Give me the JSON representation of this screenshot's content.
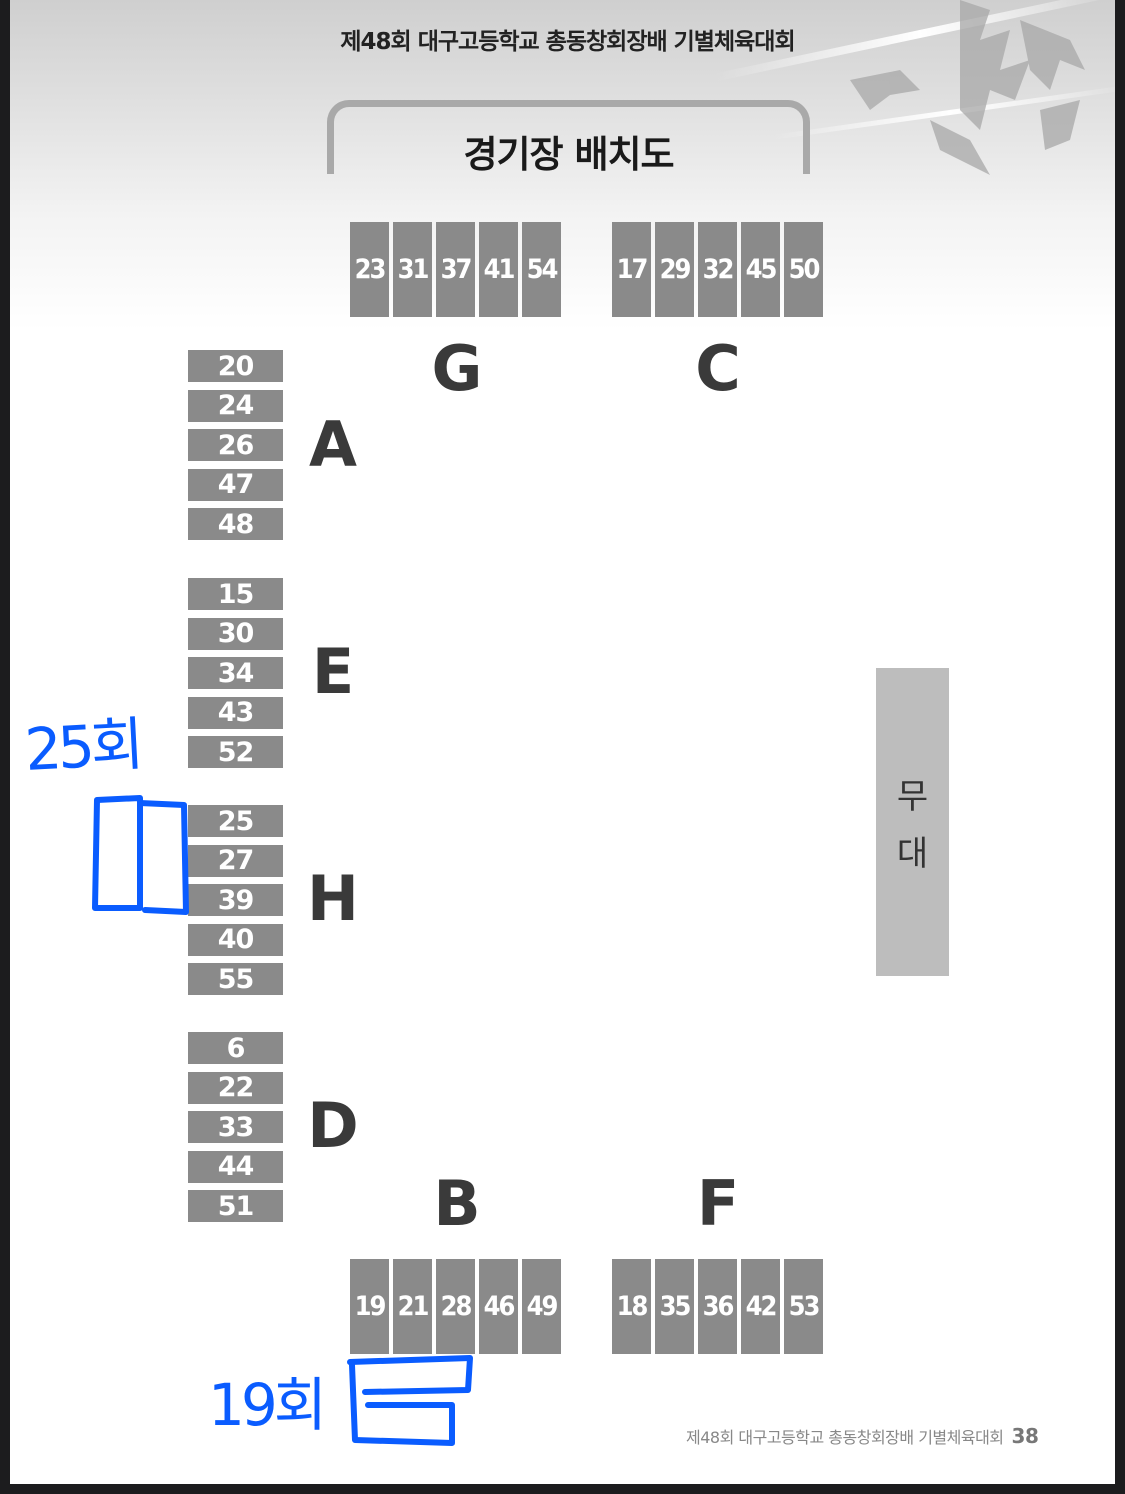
{
  "header": {
    "event_title": "제48회 대구고등학교 총동창회장배 기별체육대회",
    "page_title": "경기장 배치도"
  },
  "top_groups": [
    {
      "letter": "G",
      "items": [
        "23",
        "31",
        "37",
        "41",
        "54"
      ]
    },
    {
      "letter": "C",
      "items": [
        "17",
        "29",
        "32",
        "45",
        "50"
      ]
    }
  ],
  "left_groups": [
    {
      "letter": "A",
      "items": [
        "20",
        "24",
        "26",
        "47",
        "48"
      ]
    },
    {
      "letter": "E",
      "items": [
        "15",
        "30",
        "34",
        "43",
        "52"
      ]
    },
    {
      "letter": "H",
      "items": [
        "25",
        "27",
        "39",
        "40",
        "55"
      ]
    },
    {
      "letter": "D",
      "items": [
        "6",
        "22",
        "33",
        "44",
        "51"
      ]
    }
  ],
  "bottom_groups": [
    {
      "letter": "B",
      "items": [
        "19",
        "21",
        "28",
        "46",
        "49"
      ]
    },
    {
      "letter": "F",
      "items": [
        "18",
        "35",
        "36",
        "42",
        "53"
      ]
    }
  ],
  "stage": {
    "line1": "무",
    "line2": "대"
  },
  "footer": {
    "text": "제48회 대구고등학교 총동창회장배 기별체육대회",
    "page_number": "38"
  },
  "annotations": {
    "note1": "25회",
    "note2": "19회",
    "color": "#0a5cff"
  }
}
